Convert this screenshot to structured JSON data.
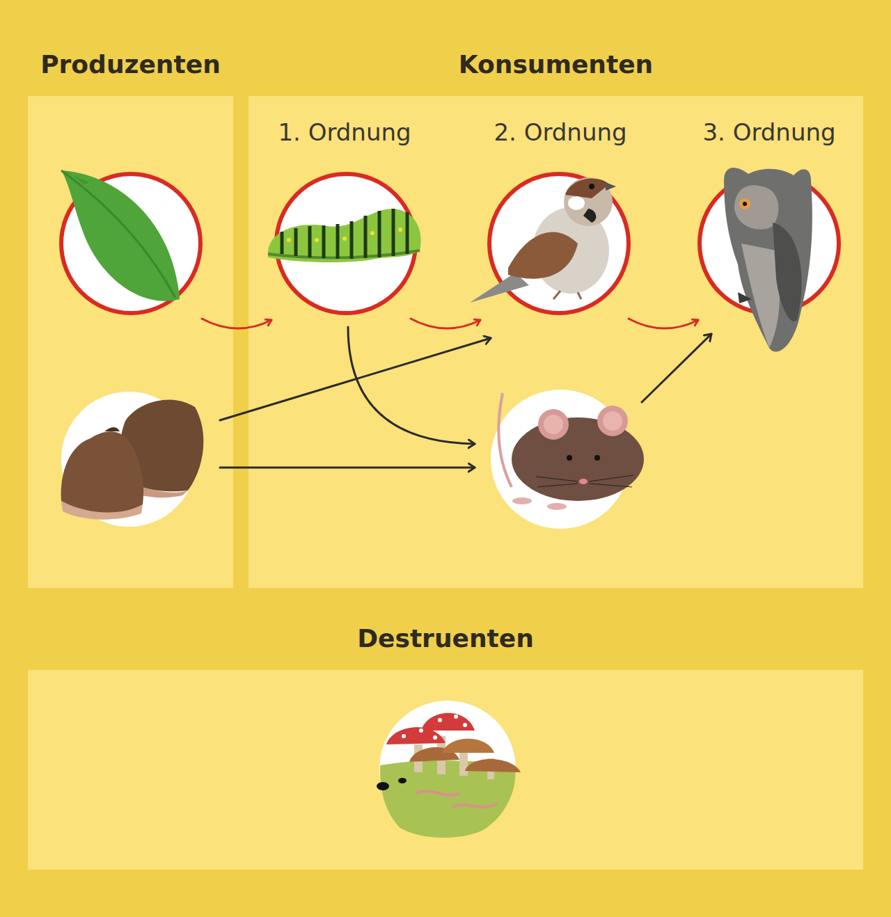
{
  "diagram": {
    "nodes": [
      {
        "text": [
          "Produzenten"
        ]
      },
      {
        "text": [
          "Konsumenten"
        ]
      },
      {
        "text": [
          "Destruenten"
        ]
      }
    ],
    "labels": [
      "1. Ordnung",
      "2. Ordnung",
      "3. Ordnung"
    ]
  }
}
